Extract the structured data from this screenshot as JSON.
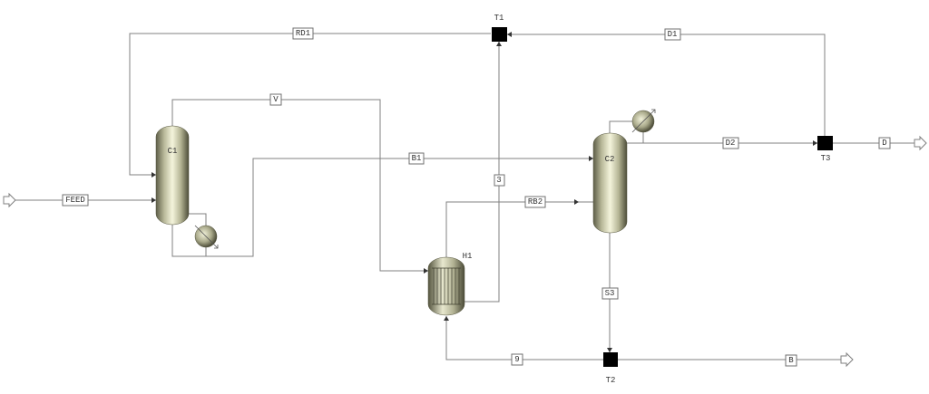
{
  "diagram": {
    "type": "process-flowsheet",
    "blocks": [
      {
        "id": "C1",
        "kind": "distillation-column",
        "label": "C1"
      },
      {
        "id": "C2",
        "kind": "distillation-column",
        "label": "C2"
      },
      {
        "id": "H1",
        "kind": "heat-exchanger-vessel",
        "label": "H1"
      },
      {
        "id": "T1",
        "kind": "mixer-splitter",
        "label": "T1"
      },
      {
        "id": "T2",
        "kind": "mixer-splitter",
        "label": "T2"
      },
      {
        "id": "T3",
        "kind": "mixer-splitter",
        "label": "T3"
      }
    ],
    "streams": [
      {
        "id": "FEED",
        "label": "FEED",
        "from": "inlet",
        "to": "C1"
      },
      {
        "id": "RD1",
        "label": "RD1",
        "from": "T1",
        "to": "C1"
      },
      {
        "id": "V",
        "label": "V",
        "from": "C1",
        "to": "H1"
      },
      {
        "id": "B1",
        "label": "B1",
        "from": "C1",
        "to": "C2"
      },
      {
        "id": "3",
        "label": "3",
        "from": "H1",
        "to": "T1"
      },
      {
        "id": "RB2",
        "label": "RB2",
        "from": "H1",
        "to": "C2"
      },
      {
        "id": "D1",
        "label": "D1",
        "from": "T3",
        "to": "T1"
      },
      {
        "id": "D2",
        "label": "D2",
        "from": "C2",
        "to": "T3"
      },
      {
        "id": "D",
        "label": "D",
        "from": "T3",
        "to": "outlet"
      },
      {
        "id": "S3",
        "label": "S3",
        "from": "C2",
        "to": "T2"
      },
      {
        "id": "9",
        "label": "9",
        "from": "T2",
        "to": "H1"
      },
      {
        "id": "B",
        "label": "B",
        "from": "T2",
        "to": "outlet"
      }
    ]
  }
}
